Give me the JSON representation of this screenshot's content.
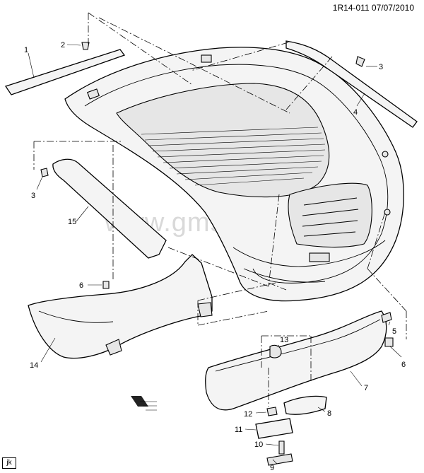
{
  "header": {
    "code": "1R14-011 07/07/2010"
  },
  "watermark": "www.gmsklad.ru",
  "corner_tag": "jk",
  "callouts": [
    {
      "label": "1"
    },
    {
      "label": "2"
    },
    {
      "label": "3"
    },
    {
      "label": "4"
    },
    {
      "label": "3"
    },
    {
      "label": "15"
    },
    {
      "label": "6"
    },
    {
      "label": "14"
    },
    {
      "label": "13"
    },
    {
      "label": "5"
    },
    {
      "label": "6"
    },
    {
      "label": "7"
    },
    {
      "label": "12"
    },
    {
      "label": "8"
    },
    {
      "label": "11"
    },
    {
      "label": "10"
    },
    {
      "label": "9"
    }
  ]
}
